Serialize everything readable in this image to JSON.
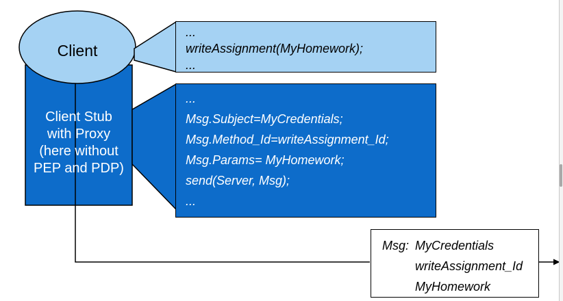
{
  "diagram": {
    "client": {
      "label": "Client"
    },
    "client_stub": {
      "lines": [
        "Client Stub",
        "with Proxy",
        "(here without",
        "PEP and PDP)"
      ]
    },
    "client_code_callout": {
      "lines": [
        "...",
        "writeAssignment(MyHomework);",
        "..."
      ]
    },
    "stub_code_callout": {
      "lines": [
        "...",
        "Msg.Subject=MyCredentials;",
        "Msg.Method_Id=writeAssignment_Id;",
        "Msg.Params= MyHomework;",
        "send(Server, Msg);",
        "..."
      ]
    },
    "message_box": {
      "label": "Msg:",
      "values": [
        "MyCredentials",
        "writeAssignment_Id",
        "MyHomework"
      ]
    },
    "colors": {
      "light_blue": "#a5d2f3",
      "dark_blue": "#0d6cca",
      "outline": "#000000"
    }
  }
}
